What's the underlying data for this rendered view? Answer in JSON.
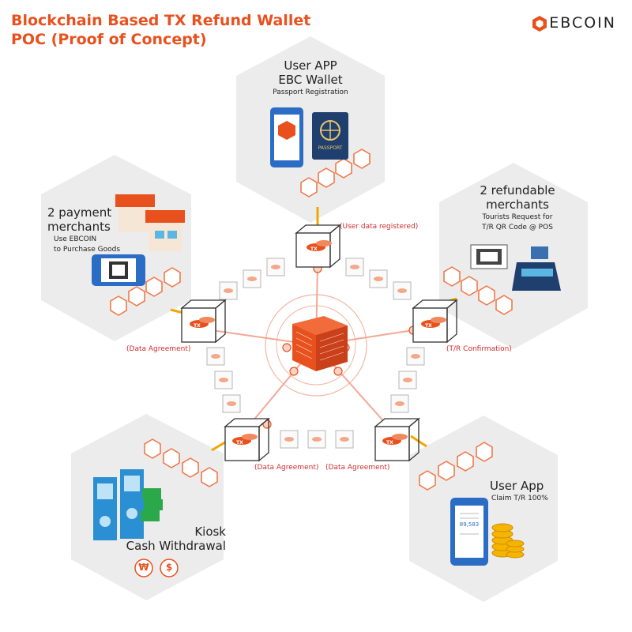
{
  "title": {
    "line1": "Blockchain Based TX Refund Wallet",
    "line2": "POC (Proof of Concept)"
  },
  "brand": {
    "name": "EBCOIN",
    "logo_icon": "ebcoin-logo-icon",
    "accent": "#e8511e"
  },
  "nodes": {
    "user_app_wallet": {
      "heading1": "User APP",
      "heading2": "EBC Wallet",
      "sub": "Passport Registration",
      "passport_label": "PASSPORT"
    },
    "refundable_merchants": {
      "heading1": "2 refundable",
      "heading2": "merchants",
      "sub1": "Tourists Request for",
      "sub2": "T/R QR Code @ POS"
    },
    "user_app_claim": {
      "heading1": "User App",
      "sub": "Claim T/R 100%",
      "amount": "89,583"
    },
    "kiosk": {
      "heading1": "Kiosk",
      "heading2": "Cash Withdrawal",
      "currency1": "₩",
      "currency2": "$"
    },
    "payment_merchants": {
      "heading1": "2 payment",
      "heading2": "merchants",
      "sub1": "Use EBCOIN",
      "sub2": "to Purchase Goods"
    }
  },
  "labels": {
    "user_data_registered": "(User data registered)",
    "tr_confirmation": "(T/R Confirmation)",
    "data_agreement_left": "(Data Agreement)",
    "data_agreement_bottom_left": "(Data Agreement)",
    "data_agreement_bottom_right": "(Data Agreement)"
  },
  "tx_label": "TX",
  "colors": {
    "orange": "#e8511e",
    "hex_gray": "#ececec",
    "red_label": "#d42b2b",
    "cube_line": "#333333"
  }
}
